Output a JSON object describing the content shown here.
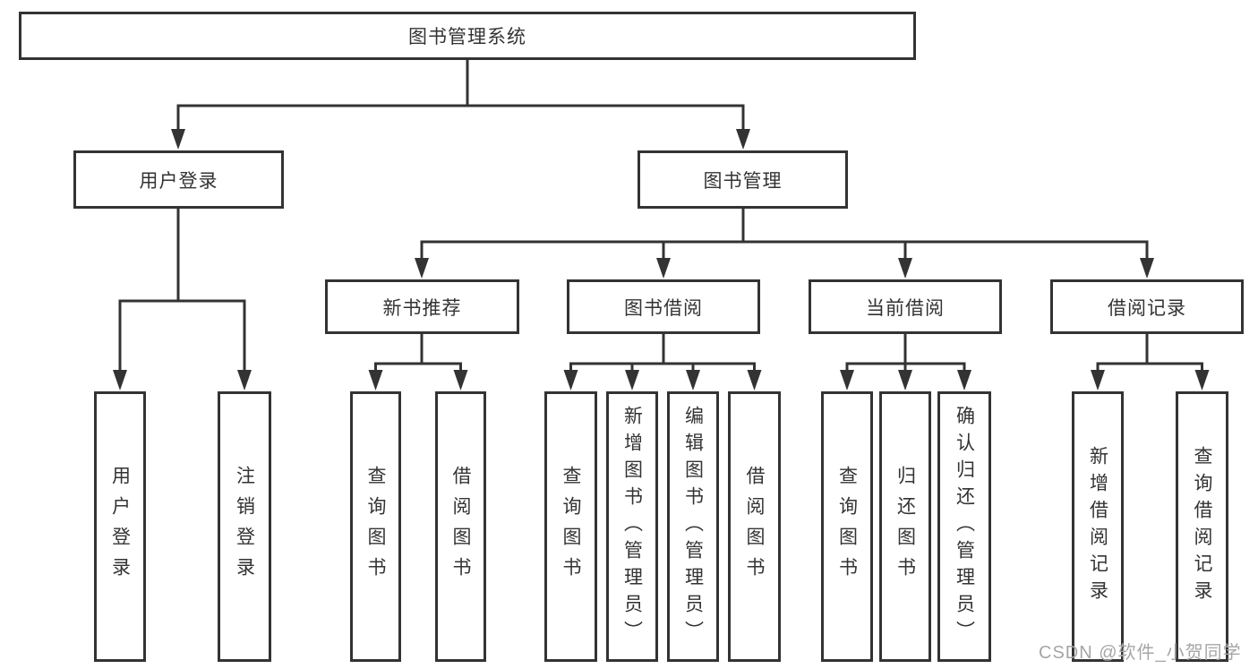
{
  "diagram": {
    "title_node": {
      "label": "图书管理系统"
    },
    "level2": [
      {
        "id": "user-login",
        "label": "用户登录"
      },
      {
        "id": "book-manage",
        "label": "图书管理"
      }
    ],
    "level3": [
      {
        "id": "new-book-recommend",
        "label": "新书推荐"
      },
      {
        "id": "book-borrow",
        "label": "图书借阅"
      },
      {
        "id": "current-borrow",
        "label": "当前借阅"
      },
      {
        "id": "borrow-records",
        "label": "借阅记录"
      }
    ],
    "leaves": {
      "user": [
        "用户登录",
        "注销登录"
      ],
      "recommend": [
        "查询图书",
        "借阅图书"
      ],
      "borrow": [
        "查询图书",
        "新增图书（管理员）",
        "编辑图书（管理员）",
        "借阅图书"
      ],
      "current": [
        "查询图书",
        "归还图书",
        "确认归还（管理员）"
      ],
      "records": [
        "新增借阅记录",
        "查询借阅记录"
      ]
    }
  },
  "watermark": {
    "text": "CSDN @软件_小贺同学"
  },
  "colors": {
    "line": "#333333",
    "box_border": "#333333",
    "text": "#333333",
    "watermark_text": "#a6a6a6",
    "background": "#ffffff"
  }
}
